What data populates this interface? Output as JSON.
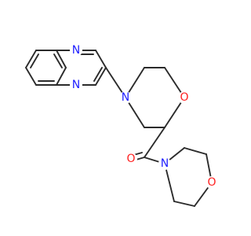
{
  "structure": {
    "atoms": [
      {
        "id": "n_quin_top",
        "symbol": "N",
        "color": "#1f1fff"
      },
      {
        "id": "n_quin_bottom",
        "symbol": "N",
        "color": "#1f1fff"
      },
      {
        "id": "n_morph1",
        "symbol": "N",
        "color": "#1f1fff"
      },
      {
        "id": "o_morph1",
        "symbol": "O",
        "color": "#ff1f1f"
      },
      {
        "id": "o_carbonyl",
        "symbol": "O",
        "color": "#ff1f1f"
      },
      {
        "id": "n_morph2",
        "symbol": "N",
        "color": "#1f1fff"
      },
      {
        "id": "o_morph2",
        "symbol": "O",
        "color": "#ff1f1f"
      }
    ]
  }
}
